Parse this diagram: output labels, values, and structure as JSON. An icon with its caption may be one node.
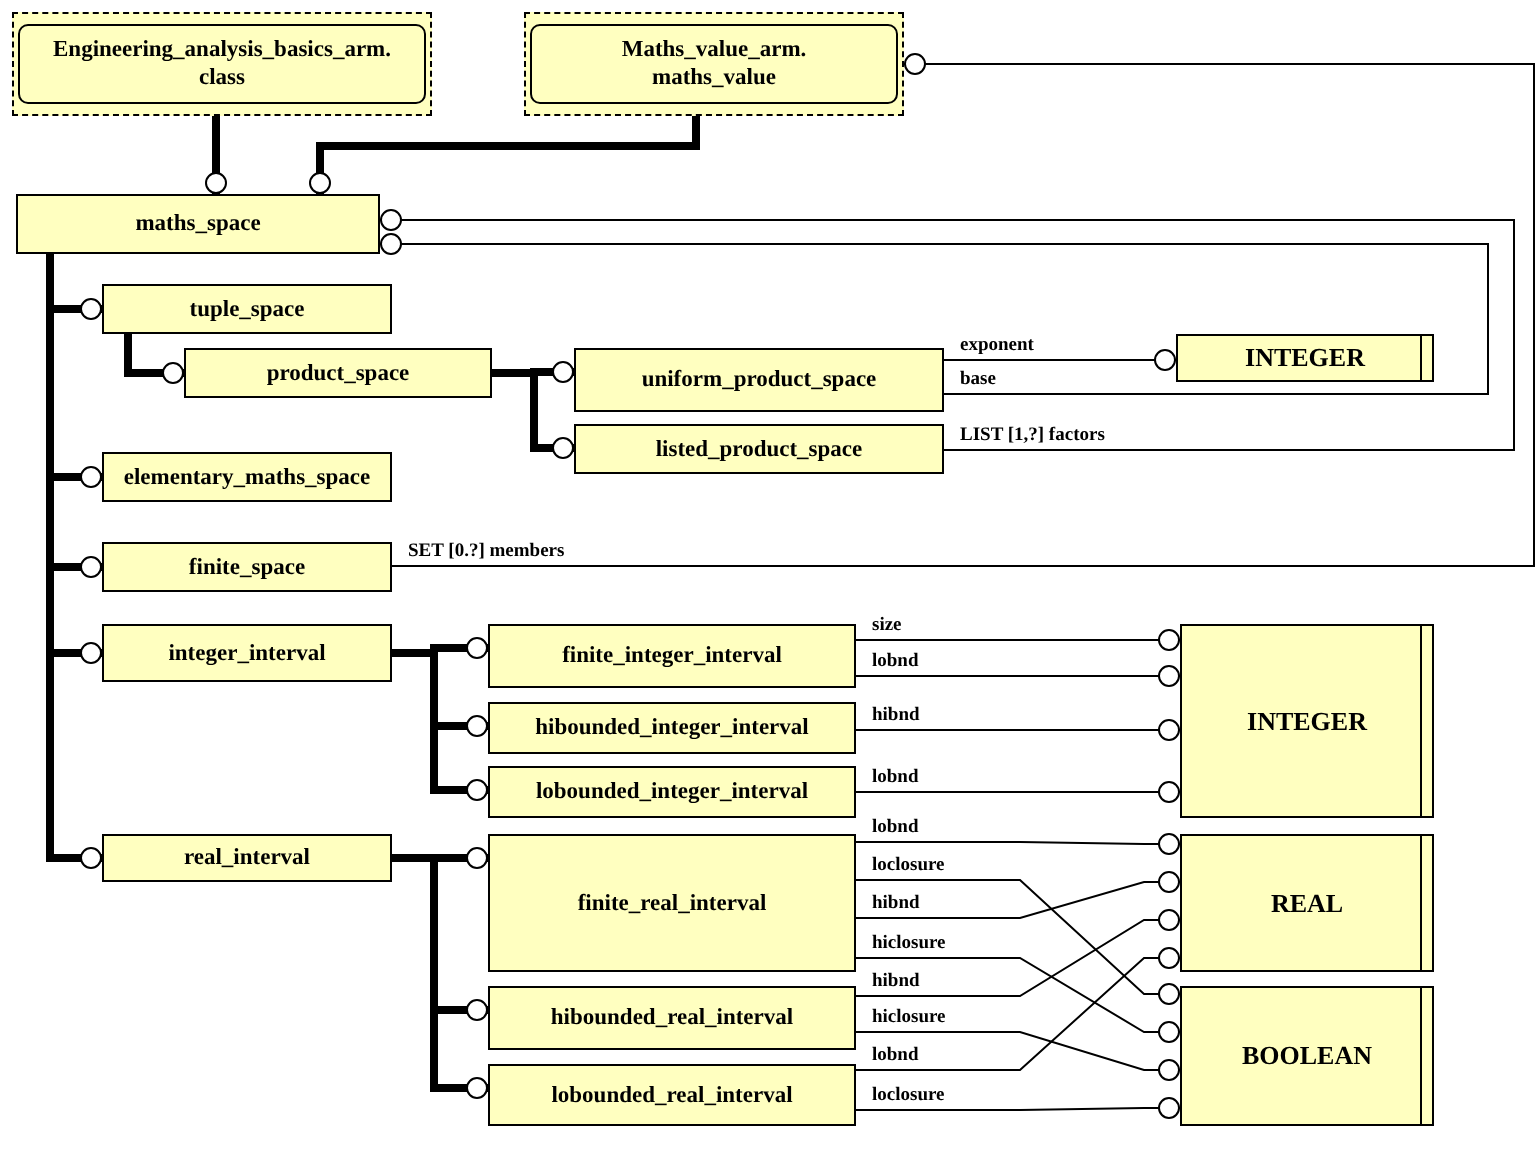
{
  "diagram": {
    "nodes": [
      {
        "text": [
          "Engineering_analysis_basics_arm. class"
        ]
      },
      {
        "text": [
          "Maths_value_arm. maths_value"
        ]
      },
      {
        "text": [
          "maths_space"
        ]
      },
      {
        "text": [
          "tuple_space"
        ]
      },
      {
        "text": [
          "product_space"
        ]
      },
      {
        "text": [
          "uniform_product_space"
        ]
      },
      {
        "text": [
          "listed_product_space"
        ]
      },
      {
        "text": [
          "INTEGER"
        ]
      },
      {
        "text": [
          "elementary_maths_space"
        ]
      },
      {
        "text": [
          "finite_space"
        ]
      },
      {
        "text": [
          "integer_interval"
        ]
      },
      {
        "text": [
          "finite_integer_interval"
        ]
      },
      {
        "text": [
          "hibounded_integer_interval"
        ]
      },
      {
        "text": [
          "lobounded_integer_interval"
        ]
      },
      {
        "text": [
          "INTEGER"
        ]
      },
      {
        "text": [
          "real_interval"
        ]
      },
      {
        "text": [
          "finite_real_interval"
        ]
      },
      {
        "text": [
          "hibounded_real_interval"
        ]
      },
      {
        "text": [
          "lobounded_real_interval"
        ]
      },
      {
        "text": [
          "REAL"
        ]
      },
      {
        "text": [
          "BOOLEAN"
        ]
      }
    ],
    "edges": [
      {
        "from": 0,
        "to": 2,
        "arrow": "other",
        "style": "thick"
      },
      {
        "from": 1,
        "to": 2,
        "arrow": "other",
        "style": "thick"
      },
      {
        "from": 2,
        "to": 3,
        "arrow": "other",
        "style": "thick"
      },
      {
        "from": 3,
        "to": 4,
        "arrow": "other",
        "style": "thick"
      },
      {
        "from": 4,
        "to": 5,
        "arrow": "other",
        "style": "thick"
      },
      {
        "from": 4,
        "to": 6,
        "arrow": "other",
        "style": "thick"
      },
      {
        "from": 5,
        "to": 7,
        "arrow": "other",
        "label": "exponent"
      },
      {
        "from": 5,
        "to": 2,
        "arrow": "other",
        "label": "base"
      },
      {
        "from": 6,
        "to": 2,
        "arrow": "other",
        "label": "LIST [1,?] factors"
      },
      {
        "from": 2,
        "to": 8,
        "arrow": "other",
        "style": "thick"
      },
      {
        "from": 2,
        "to": 9,
        "arrow": "other",
        "style": "thick"
      },
      {
        "from": 9,
        "to": 1,
        "arrow": "other",
        "label": "SET [0.?] members"
      },
      {
        "from": 2,
        "to": 10,
        "arrow": "other",
        "style": "thick"
      },
      {
        "from": 10,
        "to": 11,
        "arrow": "other",
        "style": "thick"
      },
      {
        "from": 10,
        "to": 12,
        "arrow": "other",
        "style": "thick"
      },
      {
        "from": 10,
        "to": 13,
        "arrow": "other",
        "style": "thick"
      },
      {
        "from": 11,
        "to": 14,
        "arrow": "other",
        "label": "size"
      },
      {
        "from": 11,
        "to": 14,
        "arrow": "other",
        "label": "lobnd"
      },
      {
        "from": 12,
        "to": 14,
        "arrow": "other",
        "label": "hibnd"
      },
      {
        "from": 13,
        "to": 14,
        "arrow": "other",
        "label": "lobnd"
      },
      {
        "from": 2,
        "to": 15,
        "arrow": "other",
        "style": "thick"
      },
      {
        "from": 15,
        "to": 16,
        "arrow": "other",
        "style": "thick"
      },
      {
        "from": 15,
        "to": 17,
        "arrow": "other",
        "style": "thick"
      },
      {
        "from": 15,
        "to": 18,
        "arrow": "other",
        "style": "thick"
      },
      {
        "from": 16,
        "to": 19,
        "arrow": "other",
        "label": "lobnd"
      },
      {
        "from": 16,
        "to": 20,
        "arrow": "other",
        "label": "loclosure"
      },
      {
        "from": 16,
        "to": 19,
        "arrow": "other",
        "label": "hibnd"
      },
      {
        "from": 16,
        "to": 20,
        "arrow": "other",
        "label": "hiclosure"
      },
      {
        "from": 17,
        "to": 19,
        "arrow": "other",
        "label": "hibnd"
      },
      {
        "from": 17,
        "to": 20,
        "arrow": "other",
        "label": "hiclosure"
      },
      {
        "from": 18,
        "to": 19,
        "arrow": "other",
        "label": "lobnd"
      },
      {
        "from": 18,
        "to": 20,
        "arrow": "other",
        "label": "loclosure"
      }
    ]
  }
}
